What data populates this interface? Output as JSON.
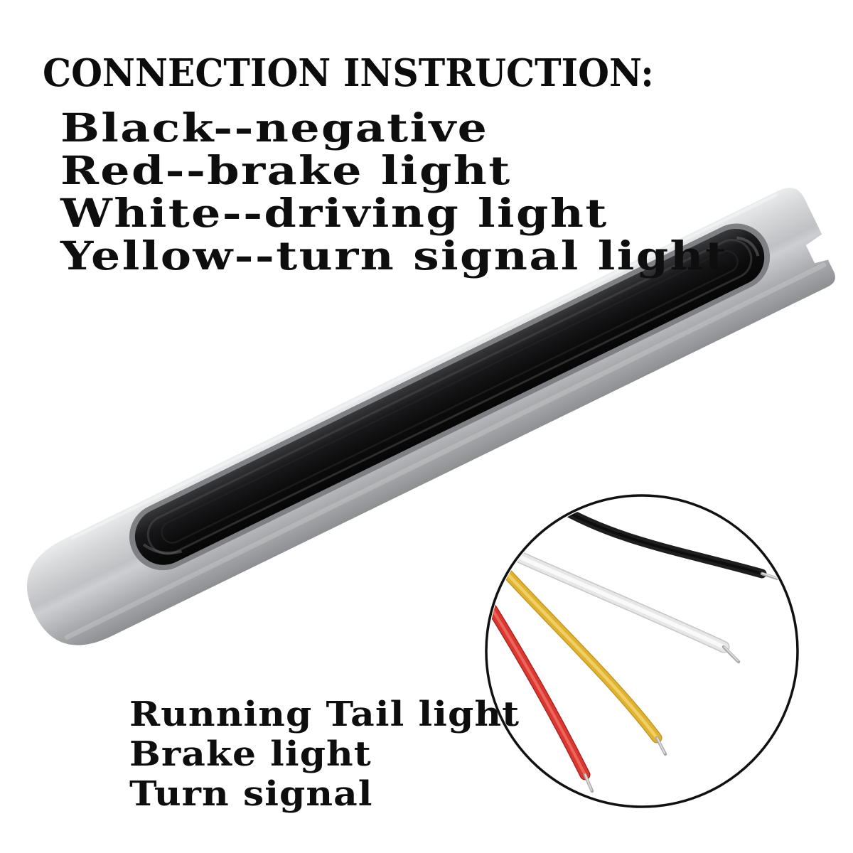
{
  "background": "#ffffff",
  "title": "CONNECTION INSTRUCTION:",
  "legend": {
    "lines": [
      "Black--negative",
      "Red--brake light",
      "White--driving light",
      "Yellow--turn signal light"
    ]
  },
  "footer_labels": {
    "lines": [
      "Running Tail light",
      "Brake light",
      "Turn signal"
    ]
  },
  "product": {
    "housing_color": "#c6c7c9",
    "lens_color": "#0c0c0d"
  },
  "wire_photo": {
    "circle_outline": "#111111",
    "wires": {
      "black": {
        "color": "#1e1e1f"
      },
      "white": {
        "color": "#e7e7e7"
      },
      "yellow": {
        "color": "#dfb233"
      },
      "red": {
        "color": "#d93832"
      }
    },
    "pin_color": "#a9a9a9"
  }
}
